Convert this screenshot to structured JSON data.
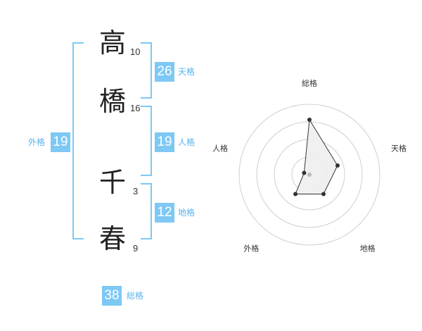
{
  "name": {
    "characters": [
      {
        "char": "高",
        "strokes": "10"
      },
      {
        "char": "橋",
        "strokes": "16"
      },
      {
        "char": "千",
        "strokes": "3"
      },
      {
        "char": "春",
        "strokes": "9"
      }
    ]
  },
  "scores": {
    "tenkaku": {
      "value": "26",
      "label": "天格"
    },
    "jinkaku": {
      "value": "19",
      "label": "人格"
    },
    "chikaku": {
      "value": "12",
      "label": "地格"
    },
    "gaikaku": {
      "value": "19",
      "label": "外格"
    },
    "soukaku": {
      "value": "38",
      "label": "総格"
    }
  },
  "colors": {
    "accent": "#7ec8f4",
    "accent_text": "#59b3ec",
    "chart_fill": "#eeeeee",
    "chart_line": "#333333"
  },
  "chart_data": {
    "type": "radar",
    "axes": [
      "総格",
      "天格",
      "地格",
      "外格",
      "人格"
    ],
    "values": [
      0.78,
      0.42,
      0.34,
      0.34,
      0.08
    ],
    "rings": 4,
    "range": [
      0,
      1
    ]
  }
}
